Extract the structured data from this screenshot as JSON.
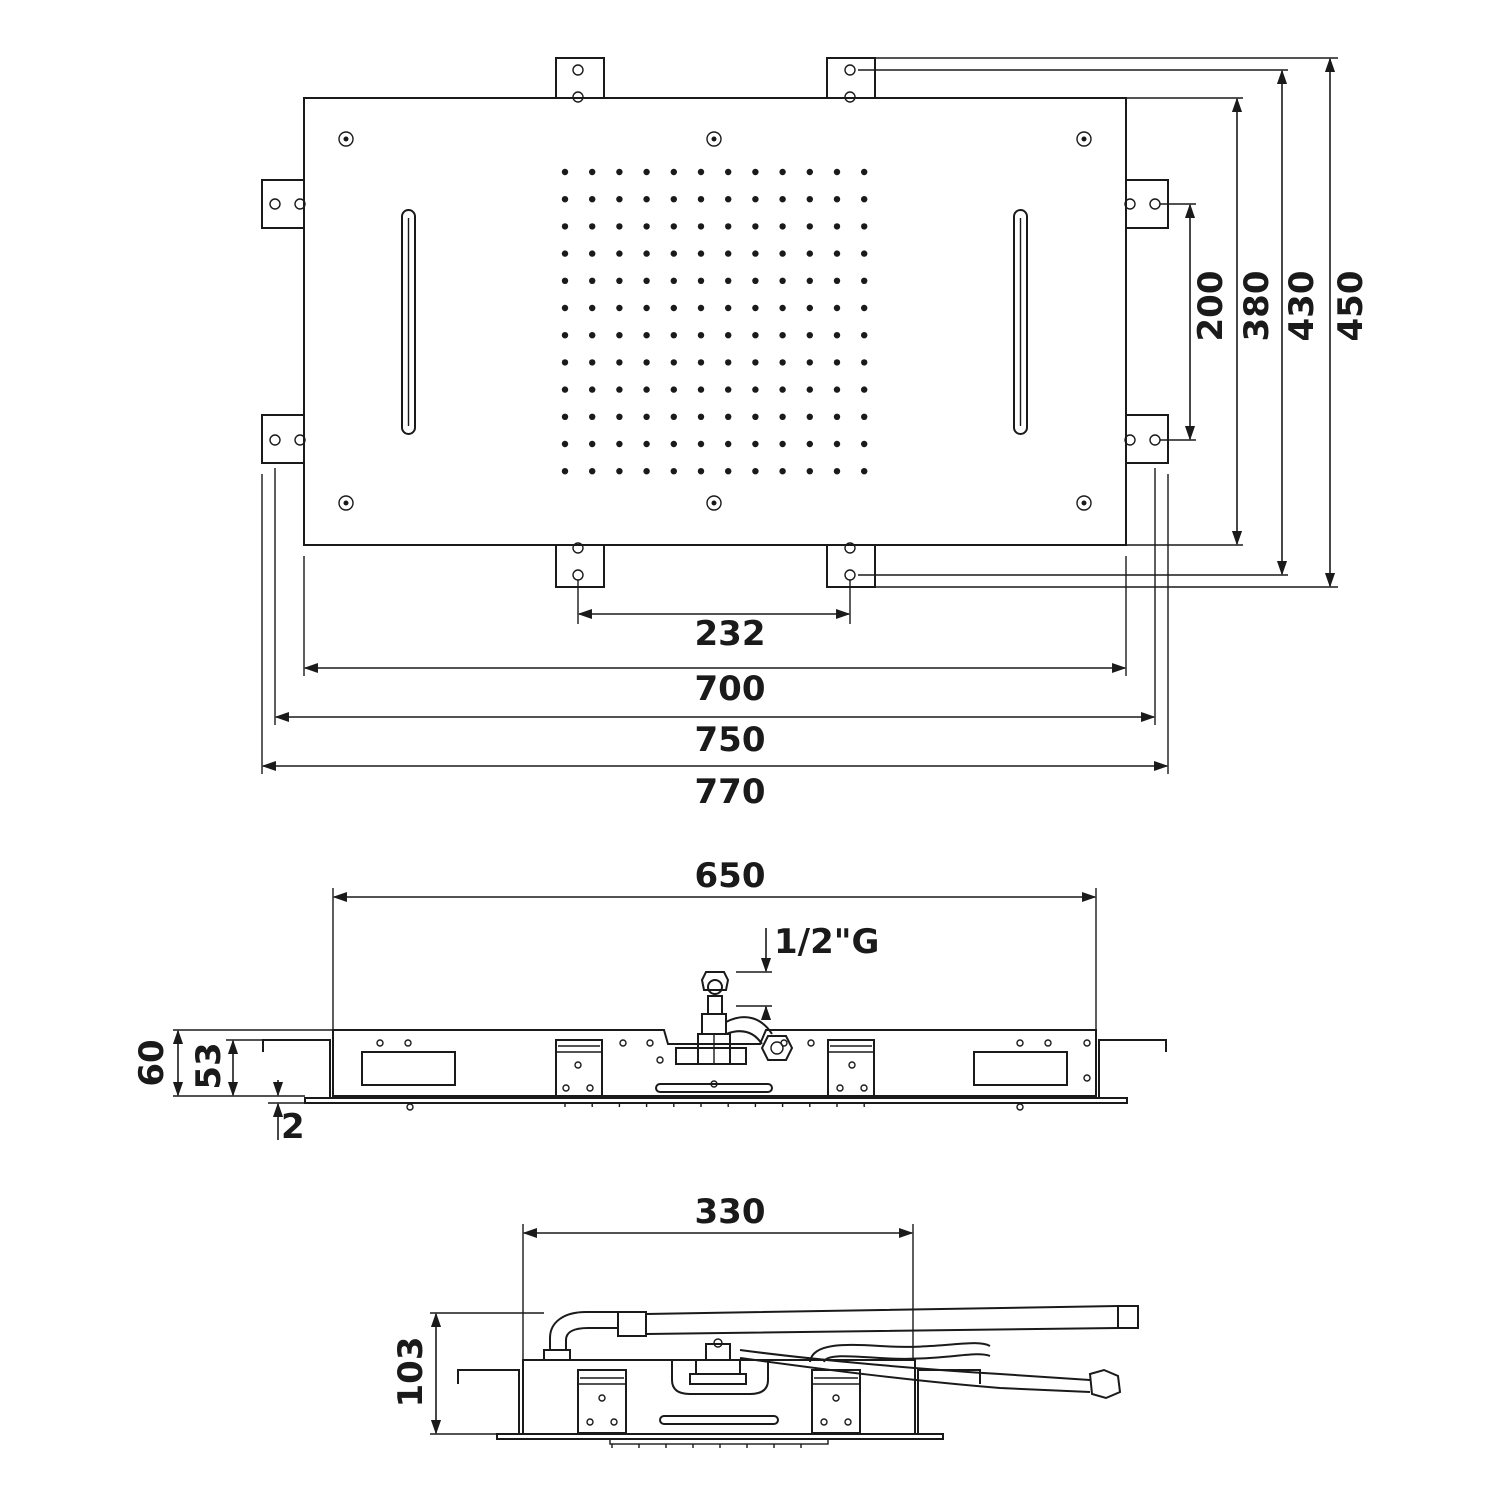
{
  "colors": {
    "line": "#1a1a1a",
    "background": "#ffffff"
  },
  "dimensions": {
    "width_232": "232",
    "width_700": "700",
    "width_750": "750",
    "width_770": "770",
    "height_200": "200",
    "height_380": "380",
    "height_430": "430",
    "height_450": "450",
    "width_650": "650",
    "thread": "1/2\"G",
    "depth_60": "60",
    "depth_53": "53",
    "depth_2": "2",
    "width_330": "330",
    "depth_103": "103"
  }
}
